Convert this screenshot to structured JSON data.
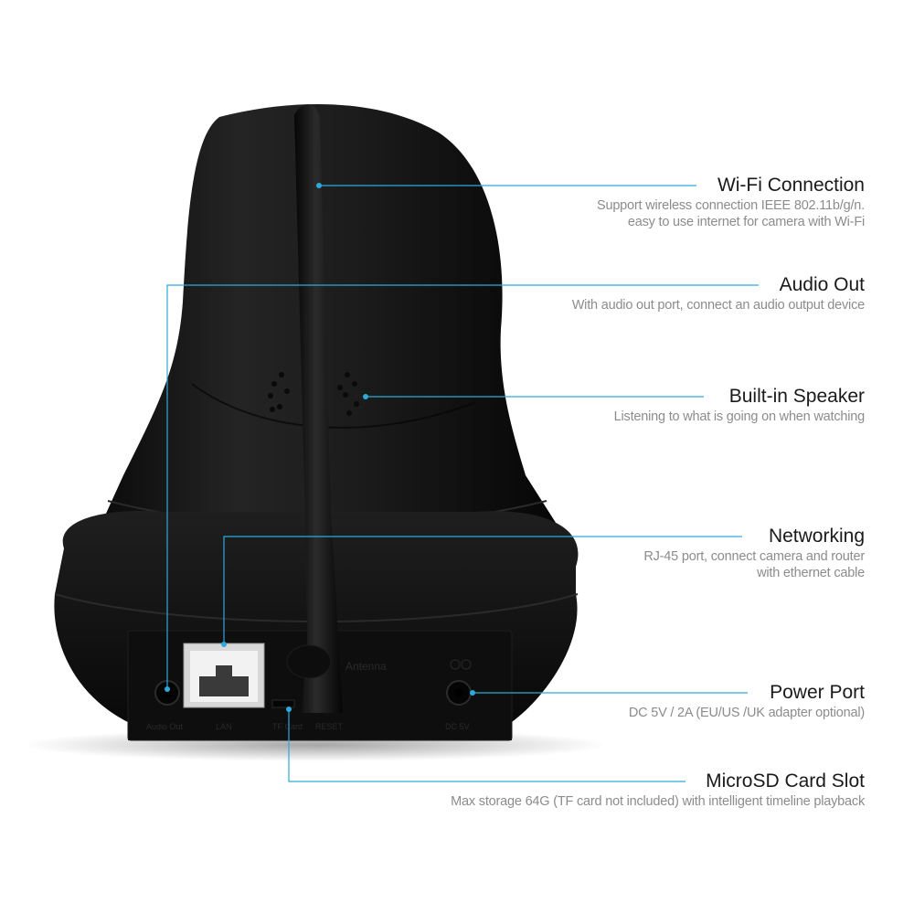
{
  "accent_color": "#2ea9dc",
  "features": [
    {
      "id": "wifi",
      "icon": "antenna-icon",
      "title": "Wi-Fi Connection",
      "desc": [
        "Support wireless connection IEEE 802.11b/g/n.",
        "easy to use internet for camera with Wi-Fi"
      ]
    },
    {
      "id": "audio-out",
      "icon": "audio-jack-icon",
      "title": "Audio Out",
      "desc": [
        "With audio out port, connect  an audio output device"
      ]
    },
    {
      "id": "speaker",
      "icon": "speaker-grille-icon",
      "title": "Built-in Speaker",
      "desc": [
        "Listening to what is going on when watching"
      ]
    },
    {
      "id": "networking",
      "icon": "ethernet-port-icon",
      "title": "Networking",
      "desc": [
        "RJ-45 port, connect camera and router",
        "with ethernet cable"
      ]
    },
    {
      "id": "power",
      "icon": "power-jack-icon",
      "title": "Power Port",
      "desc": [
        "DC 5V / 2A (EU/US /UK adapter optional)"
      ]
    },
    {
      "id": "microsd",
      "icon": "sd-slot-icon",
      "title": "MicroSD Card Slot",
      "desc": [
        "Max storage 64G (TF card not included) with intelligent  timeline playback"
      ]
    }
  ],
  "panel_labels": {
    "antenna": "Antenna",
    "audio_out": "Audio Out",
    "lan": "LAN",
    "tf_card": "TF Card",
    "reset": "RESET",
    "dc": "DC 5V"
  }
}
